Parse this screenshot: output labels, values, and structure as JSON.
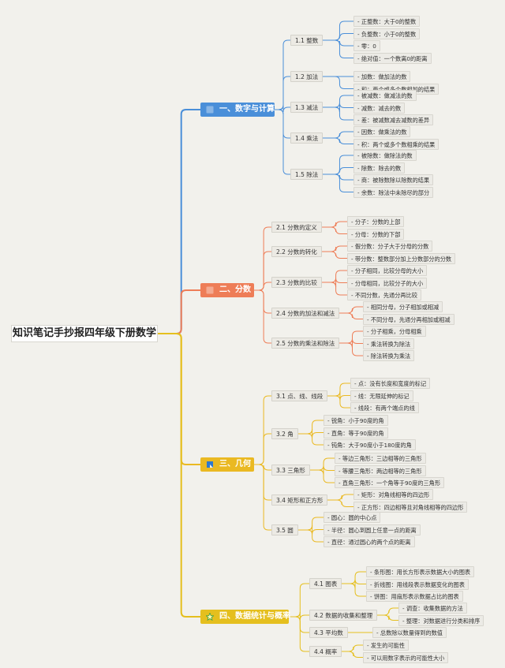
{
  "title": "知识笔记手抄报四年级下册数学",
  "sections": [
    {
      "label": "一、数字与计算",
      "color": "#4a8fd9",
      "icon": "square-icon",
      "subs": [
        {
          "label": "1.1 整数",
          "leaves": [
            "- 正整数：大于0的整数",
            "- 负整数：小于0的整数",
            "- 零：0",
            "- 绝对值：一个数离0的距离"
          ]
        },
        {
          "label": "1.2 加法",
          "leaves": [
            "- 加数：做加法的数",
            "- 和：两个或多个数相加的结果"
          ]
        },
        {
          "label": "1.3 减法",
          "leaves": [
            "- 被减数：做减法的数",
            "- 减数：减去的数",
            "- 差：被减数减去减数的差异"
          ]
        },
        {
          "label": "1.4 乘法",
          "leaves": [
            "- 因数：做乘法的数",
            "- 积：两个或多个数相乘的结果"
          ]
        },
        {
          "label": "1.5 除法",
          "leaves": [
            "- 被除数：做除法的数",
            "- 除数：除去的数",
            "- 商：被除数除以除数的结果",
            "- 余数：除法中未除尽的部分"
          ]
        }
      ]
    },
    {
      "label": "二、分数",
      "color": "#ee7d57",
      "icon": "square-icon",
      "subs": [
        {
          "label": "2.1 分数的定义",
          "leaves": [
            "- 分子：分数的上部",
            "- 分母：分数的下部"
          ]
        },
        {
          "label": "2.2 分数的转化",
          "leaves": [
            "- 假分数：分子大于分母的分数",
            "- 带分数：整数部分加上分数部分的分数"
          ]
        },
        {
          "label": "2.3 分数的比较",
          "leaves": [
            "- 分子相同，比较分母的大小",
            "- 分母相同，比较分子的大小",
            "- 不同分数，先通分再比较"
          ]
        },
        {
          "label": "2.4 分数的加法和减法",
          "leaves": [
            "- 相同分母，分子相加或相减",
            "- 不同分母，先通分再相加或相减"
          ]
        },
        {
          "label": "2.5 分数的乘法和除法",
          "leaves": [
            "- 分子相乘，分母相乘",
            "- 乘法转换为除法",
            "- 除法转换为乘法"
          ]
        }
      ]
    },
    {
      "label": "三、几何",
      "color": "#eab922",
      "icon": "flag-icon",
      "subs": [
        {
          "label": "3.1 点、线、线段",
          "leaves": [
            "- 点：没有长度和宽度的标记",
            "- 线：无限延伸的标记",
            "- 线段：有两个端点的线"
          ]
        },
        {
          "label": "3.2 角",
          "leaves": [
            "- 锐角：小于90度的角",
            "- 直角：等于90度的角",
            "- 钝角：大于90度小于180度的角"
          ]
        },
        {
          "label": "3.3 三角形",
          "leaves": [
            "- 等边三角形：三边相等的三角形",
            "- 等腰三角形：两边相等的三角形",
            "- 直角三角形：一个角等于90度的三角形"
          ]
        },
        {
          "label": "3.4 矩形和正方形",
          "leaves": [
            "- 矩形：对角线相等的四边形",
            "- 正方形：四边相等且对角线相等的四边形"
          ]
        },
        {
          "label": "3.5 圆",
          "leaves": [
            "- 圆心：圆的中心点",
            "- 半径：圆心到圆上任意一点的距离",
            "- 直径：通过圆心的两个点的距离"
          ]
        }
      ]
    },
    {
      "label": "四、数据统计与概率",
      "color": "#e5bf1e",
      "icon": "star-icon",
      "subs": [
        {
          "label": "4.1 图表",
          "leaves": [
            "- 条形图：用长方形表示数据大小的图表",
            "- 折线图：用线段表示数据变化的图表",
            "- 饼图：用扇形表示数据占比的图表"
          ]
        },
        {
          "label": "4.2 数据的收集和整理",
          "leaves": [
            "- 调查：收集数据的方法",
            "- 整理：对数据进行分类和排序"
          ]
        },
        {
          "label": "4.3 平均数",
          "leaves": [
            "- 总数除以数量得到的数值"
          ]
        },
        {
          "label": "4.4 概率",
          "leaves": [
            "- 发生的可能性",
            "- 可以用数字表示的可能性大小"
          ]
        }
      ]
    }
  ]
}
